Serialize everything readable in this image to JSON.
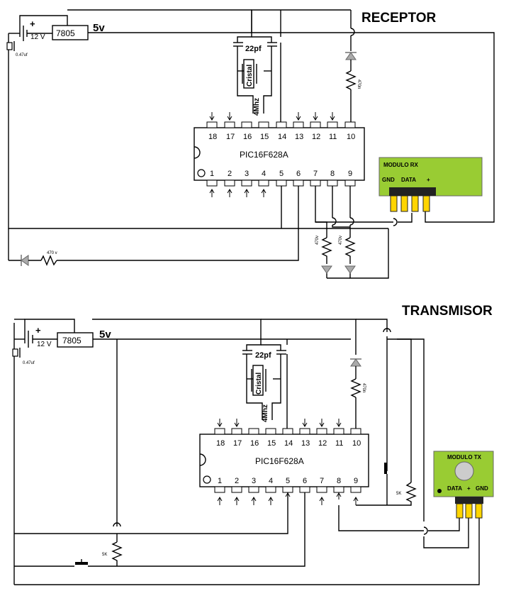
{
  "receptor": {
    "title": "RECEPTOR",
    "battery_label": "12 V",
    "regulator_label": "7805",
    "supply_label": "5v",
    "cap_label": "0.47uf",
    "crystal_cap_label": "22pf",
    "crystal_label": "Cristal",
    "crystal_freq": "4Mhz",
    "chip_label": "PIC16F628A",
    "top_pins": [
      "18",
      "17",
      "16",
      "15",
      "14",
      "13",
      "12",
      "11",
      "10"
    ],
    "bottom_pins": [
      "1",
      "2",
      "3",
      "4",
      "5",
      "6",
      "7",
      "8",
      "9"
    ],
    "module": {
      "title": "MODULO RX",
      "pins": [
        "GND",
        "DATA",
        "+"
      ]
    },
    "resistor_led_top": "470n",
    "resistor_left": "470 v",
    "resistor_a": "470v",
    "resistor_b": "470v"
  },
  "transmisor": {
    "title": "TRANSMISOR",
    "battery_label": "12 V",
    "regulator_label": "7805",
    "supply_label": "5v",
    "cap_label": "0.47uf",
    "crystal_cap_label": "22pf",
    "crystal_label": "Cristal",
    "crystal_freq": "4Mhz",
    "chip_label": "PIC16F628A",
    "top_pins": [
      "18",
      "17",
      "16",
      "15",
      "14",
      "13",
      "12",
      "11",
      "10"
    ],
    "bottom_pins": [
      "1",
      "2",
      "3",
      "4",
      "5",
      "6",
      "7",
      "8",
      "9"
    ],
    "module": {
      "title": "MODULO TX",
      "pins": [
        "DATA",
        "+",
        "GND"
      ]
    },
    "resistor_led_top": "470n",
    "resistor_right": "5K",
    "resistor_left": "5K"
  }
}
